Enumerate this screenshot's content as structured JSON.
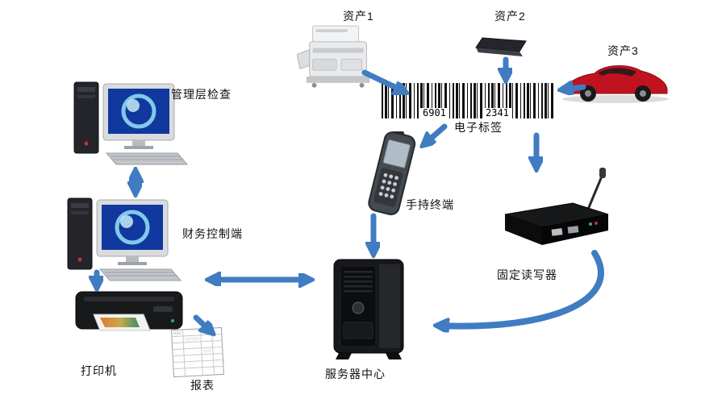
{
  "diagram": {
    "labels": {
      "asset1": "资产1",
      "asset2": "资产2",
      "asset3": "资产3",
      "etag": "电子标签",
      "handheld": "手持终端",
      "fixed_reader": "固定读写器",
      "server": "服务器中心",
      "management": "管理层检查",
      "finance": "财务控制端",
      "printer": "打印机",
      "report": "报表"
    },
    "barcode": {
      "left_digits": "6901",
      "right_digits": "2341"
    },
    "colors": {
      "arrow_blue": "#3F7CC2",
      "car_red": "#C1121F",
      "background": "#FFFFFF"
    }
  }
}
